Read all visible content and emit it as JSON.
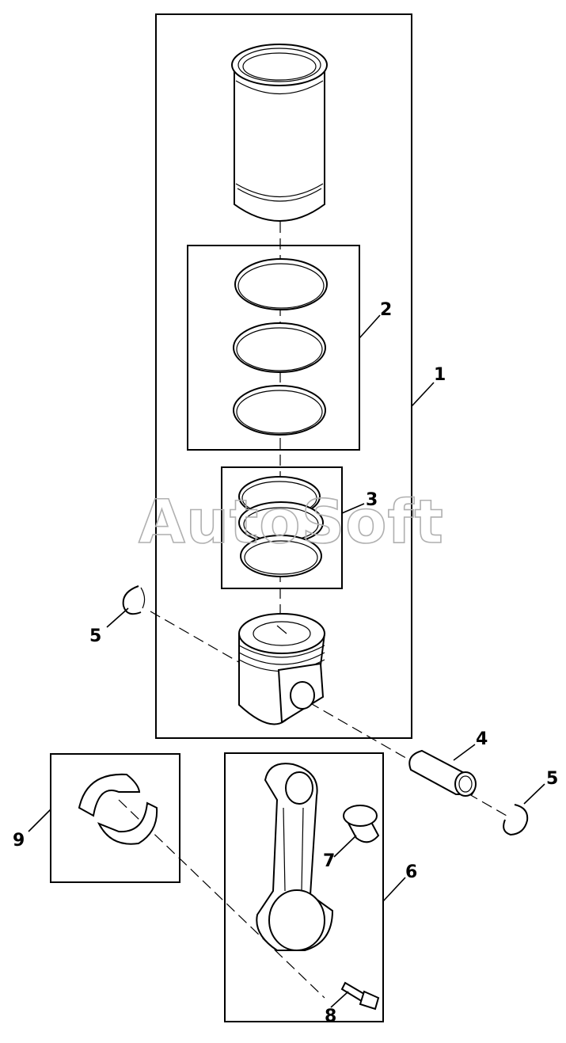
{
  "watermark": "AutoSoft",
  "callouts": {
    "c1": "1",
    "c2": "2",
    "c3": "3",
    "c4": "4",
    "c5a": "5",
    "c5b": "5",
    "c6": "6",
    "c7": "7",
    "c8": "8",
    "c9": "9"
  }
}
